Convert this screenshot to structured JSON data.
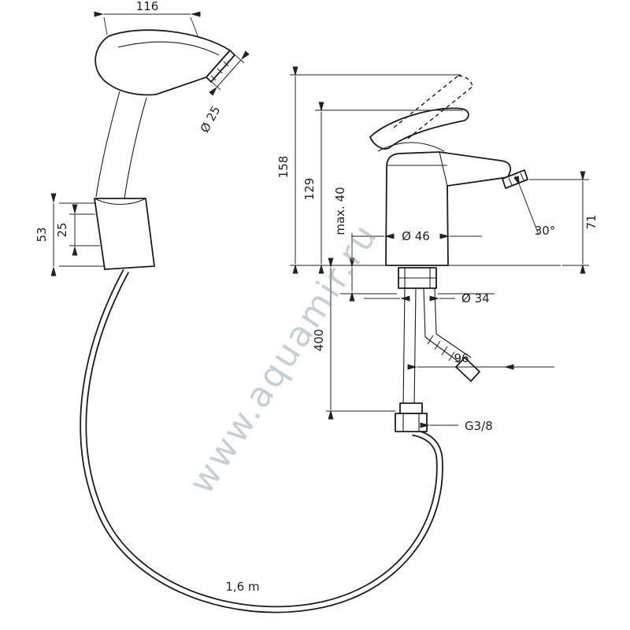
{
  "watermark": "www.aquamir.ru",
  "dims": {
    "head_width": "116",
    "nozzle_diameter": "Ø 25",
    "holder_height": "53",
    "holder_spacing": "25",
    "total_height": "158",
    "handle_height": "129",
    "max_deck_thickness": "max. 40",
    "base_diameter": "Ø 46",
    "spout_angle": "30°",
    "spout_height": "71",
    "shank_diameter": "Ø 34",
    "pipe_length": "400",
    "outlet_offset": "96",
    "thread_size": "G3/8",
    "hose_length": "1,6 m"
  }
}
